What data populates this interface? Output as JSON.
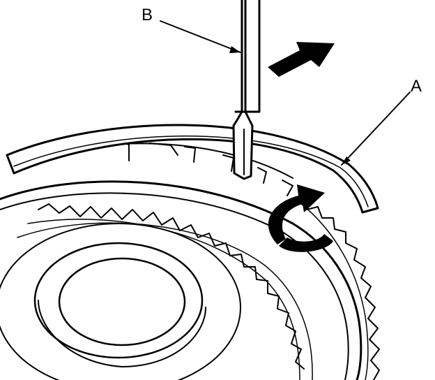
{
  "callouts": {
    "a": {
      "text": "A",
      "target": "snap-ring"
    },
    "b": {
      "text": "B",
      "target": "screwdriver"
    }
  },
  "colors": {
    "line": "#000000",
    "fill": "#ffffff"
  },
  "icons": [
    "screwdriver-icon",
    "push-direction-arrow-icon",
    "rotate-direction-arrow-icon"
  ]
}
